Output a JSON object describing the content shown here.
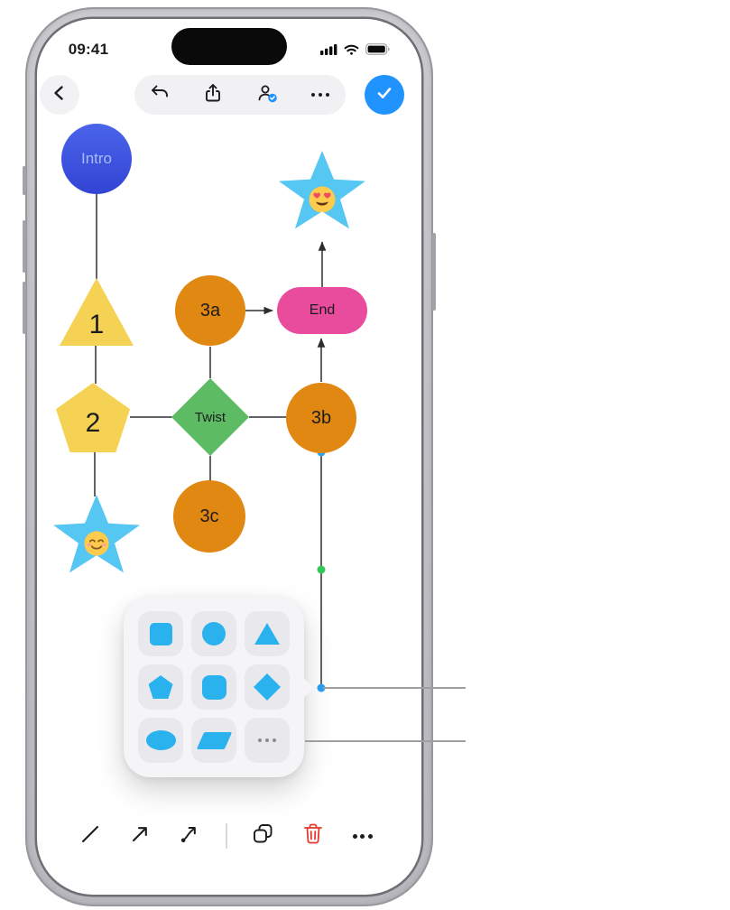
{
  "status_bar": {
    "time": "09:41"
  },
  "top_toolbar": {
    "buttons": [
      {
        "name": "back",
        "icon": "chevron-left"
      },
      {
        "name": "undo",
        "icon": "undo-arrow"
      },
      {
        "name": "share",
        "icon": "share-up-arrow"
      },
      {
        "name": "collaborate",
        "icon": "person-badge"
      },
      {
        "name": "more",
        "icon": "ellipsis"
      },
      {
        "name": "done",
        "icon": "checkmark"
      }
    ],
    "done_color": "#2193ff"
  },
  "canvas": {
    "nodes": [
      {
        "id": "intro",
        "shape": "circle",
        "color": "#3f55e6",
        "label": "Intro"
      },
      {
        "id": "star-top",
        "shape": "star",
        "color": "#56c6f2",
        "label": "😍"
      },
      {
        "id": "step-1",
        "shape": "triangle",
        "color": "#f6d254",
        "label": "1"
      },
      {
        "id": "step-3a",
        "shape": "circle",
        "color": "#e08812",
        "label": "3a"
      },
      {
        "id": "end",
        "shape": "rounded-rectangle",
        "color": "#e94b9d",
        "label": "End"
      },
      {
        "id": "step-2",
        "shape": "pentagon",
        "color": "#f6d254",
        "label": "2"
      },
      {
        "id": "twist",
        "shape": "diamond",
        "color": "#5dbb63",
        "label": "Twist"
      },
      {
        "id": "step-3b",
        "shape": "circle",
        "color": "#e08812",
        "label": "3b"
      },
      {
        "id": "star-bottom",
        "shape": "star",
        "color": "#56c6f2",
        "label": "😊"
      },
      {
        "id": "step-3c",
        "shape": "circle",
        "color": "#e08812",
        "label": "3c"
      }
    ],
    "edges": [
      {
        "from": "intro",
        "to": "step-1",
        "arrow": false
      },
      {
        "from": "step-1",
        "to": "step-2",
        "arrow": false
      },
      {
        "from": "step-2",
        "to": "star-bottom",
        "arrow": false
      },
      {
        "from": "step-2",
        "to": "twist",
        "arrow": false
      },
      {
        "from": "twist",
        "to": "step-3a",
        "arrow": false
      },
      {
        "from": "twist",
        "to": "step-3b",
        "arrow": false
      },
      {
        "from": "twist",
        "to": "step-3c",
        "arrow": false
      },
      {
        "from": "step-3a",
        "to": "end",
        "arrow": true
      },
      {
        "from": "step-3b",
        "to": "end",
        "arrow": true
      },
      {
        "from": "end",
        "to": "star-top",
        "arrow": true
      },
      {
        "from": "step-3b",
        "to": "new-shape",
        "arrow": false,
        "selected": true
      }
    ],
    "selection": {
      "endpoint_color": "#2aa1f2",
      "midpoint_color": "#33c659"
    }
  },
  "shape_picker": {
    "accent_color": "#29b2ee",
    "items": [
      {
        "name": "square"
      },
      {
        "name": "circle"
      },
      {
        "name": "triangle"
      },
      {
        "name": "pentagon"
      },
      {
        "name": "rounded-square"
      },
      {
        "name": "diamond"
      },
      {
        "name": "oval"
      },
      {
        "name": "parallelogram"
      },
      {
        "name": "more-shapes"
      }
    ]
  },
  "bottom_toolbar": {
    "tools": [
      {
        "name": "line"
      },
      {
        "name": "arrow"
      },
      {
        "name": "connection-line"
      },
      {
        "name": "duplicate"
      },
      {
        "name": "delete"
      },
      {
        "name": "more"
      }
    ],
    "delete_color": "#e6392e"
  },
  "annotation": {
    "line_color": "#9f9f9f"
  }
}
